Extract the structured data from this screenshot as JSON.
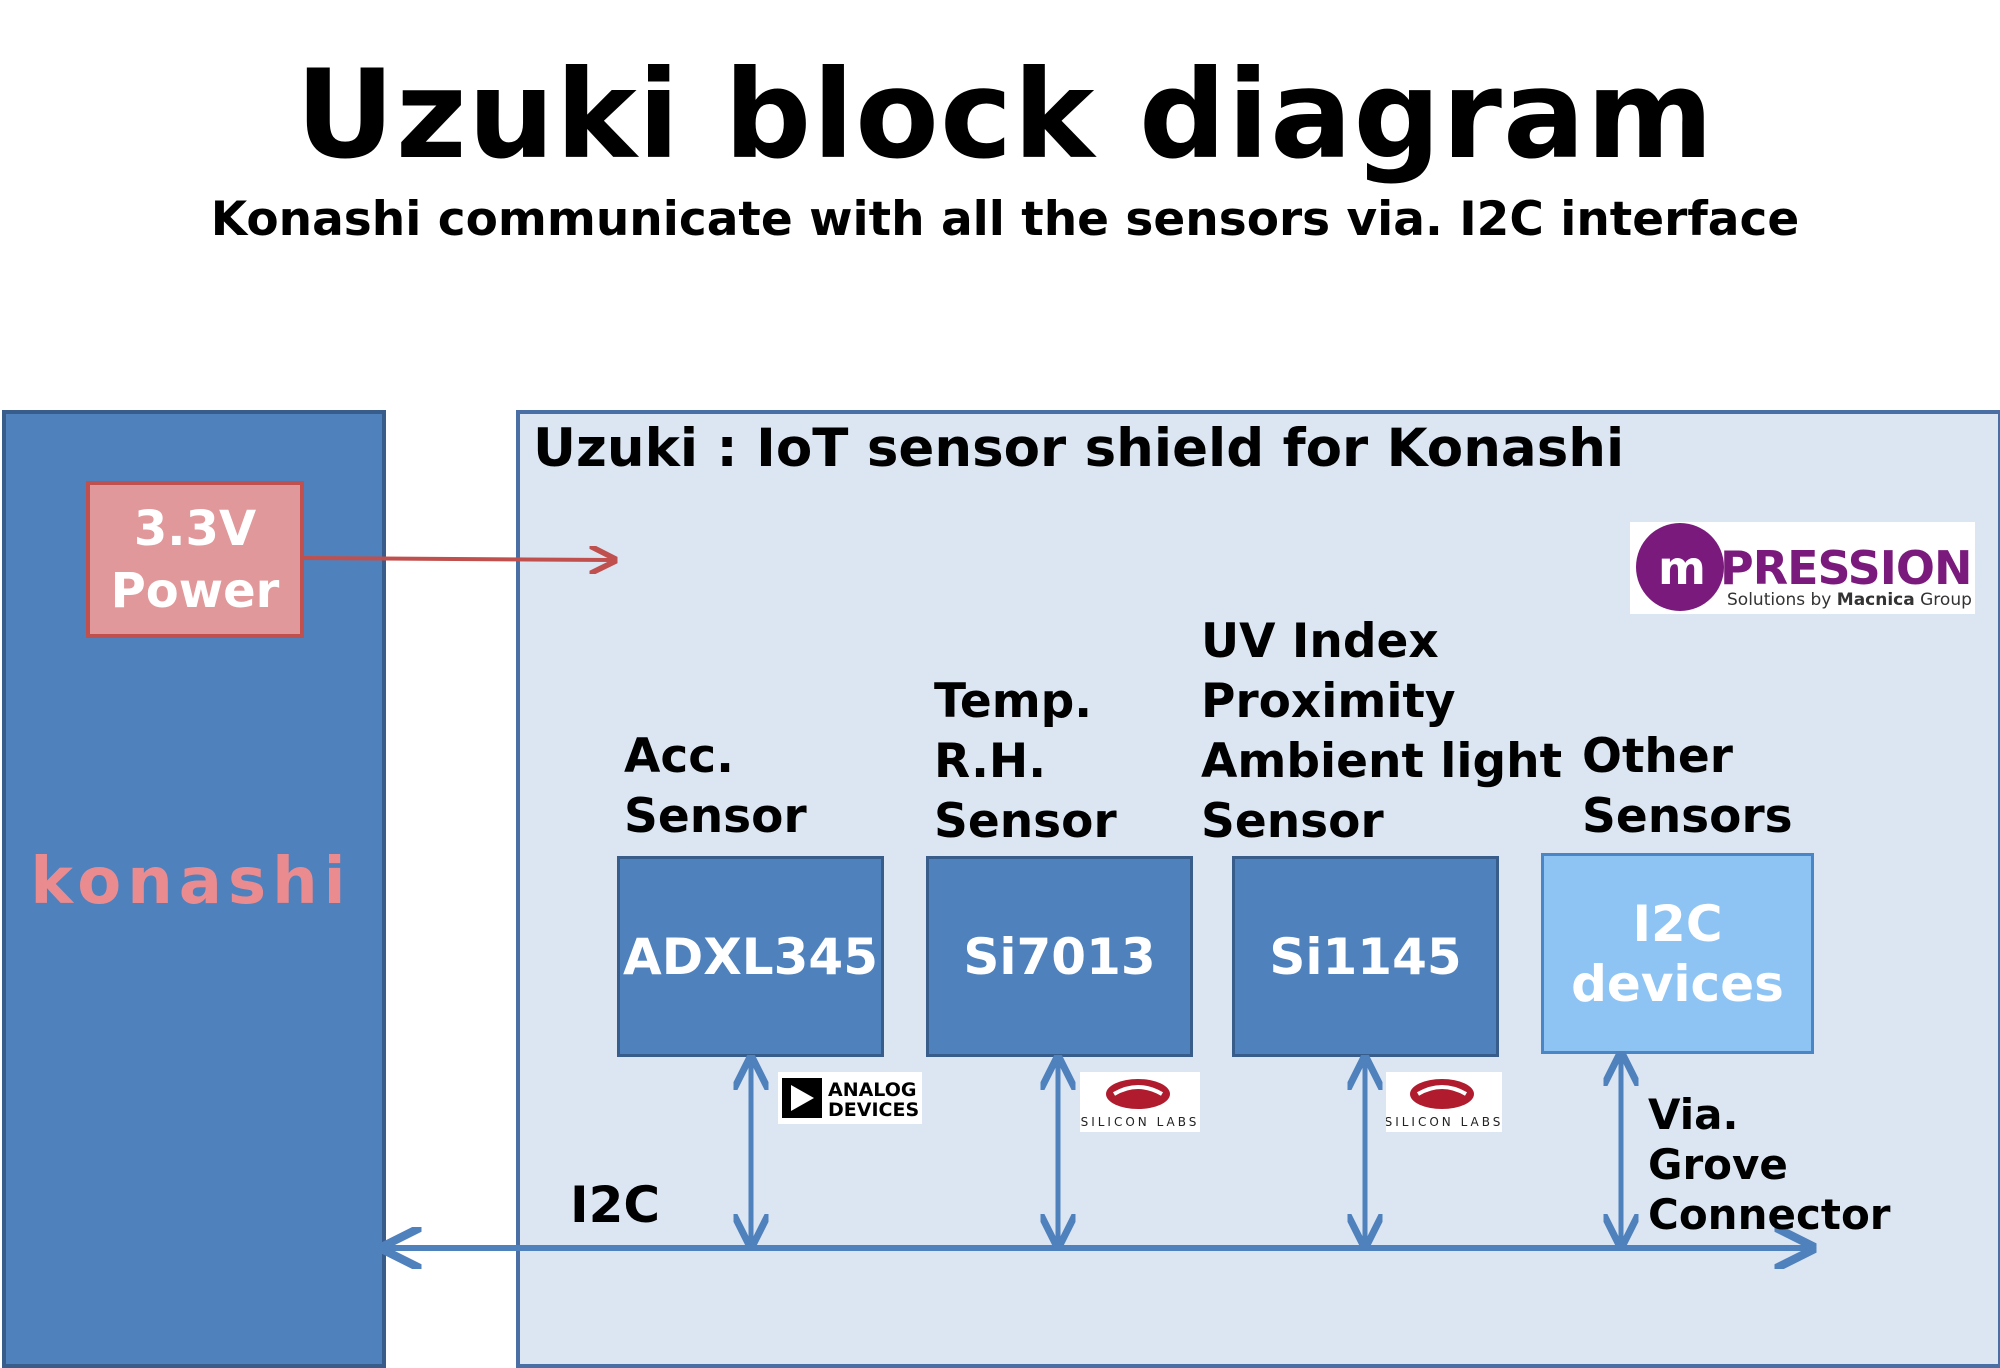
{
  "header": {
    "title": "Uzuki block diagram",
    "subtitle": "Konashi communicate with all the sensors via. I2C interface"
  },
  "konashi": {
    "power_label": "3.3V Power",
    "logo_text": "konashi"
  },
  "shield": {
    "title": "Uzuki : IoT sensor shield for Konashi",
    "vendor_logo": {
      "brand": "mPRESSION",
      "tagline_prefix": "Solutions by ",
      "tagline_strong": "Macnica",
      "tagline_suffix": " Group"
    }
  },
  "sensors": [
    {
      "label": "Acc.\nSensor",
      "chip": "ADXL345",
      "vendor": "ANALOG\nDEVICES"
    },
    {
      "label": "Temp.\nR.H.\nSensor",
      "chip": "Si7013",
      "vendor": "SILICON LABS"
    },
    {
      "label": "UV Index\nProximity\nAmbient light\nSensor",
      "chip": "Si1145",
      "vendor": "SILICON LABS"
    },
    {
      "label": "Other\nSensors",
      "chip": "I2C\ndevices",
      "vendor": ""
    }
  ],
  "bus": {
    "label": "I2C",
    "grove_note": "Via.\nGrove\nConnector"
  },
  "colors": {
    "board_blue": "#4f81bd",
    "board_border": "#385d8a",
    "shield_bg": "#dce6f2",
    "power_fill": "#e0989a",
    "power_border": "#c0504d",
    "other_chip": "#8ec4f4",
    "bus_line": "#4f81bd",
    "mpression_purple": "#7b1a7d",
    "silabs_red": "#b01c2e"
  },
  "icons": [
    "analog-devices-logo",
    "silicon-labs-logo",
    "mpression-logo",
    "konashi-logo"
  ]
}
